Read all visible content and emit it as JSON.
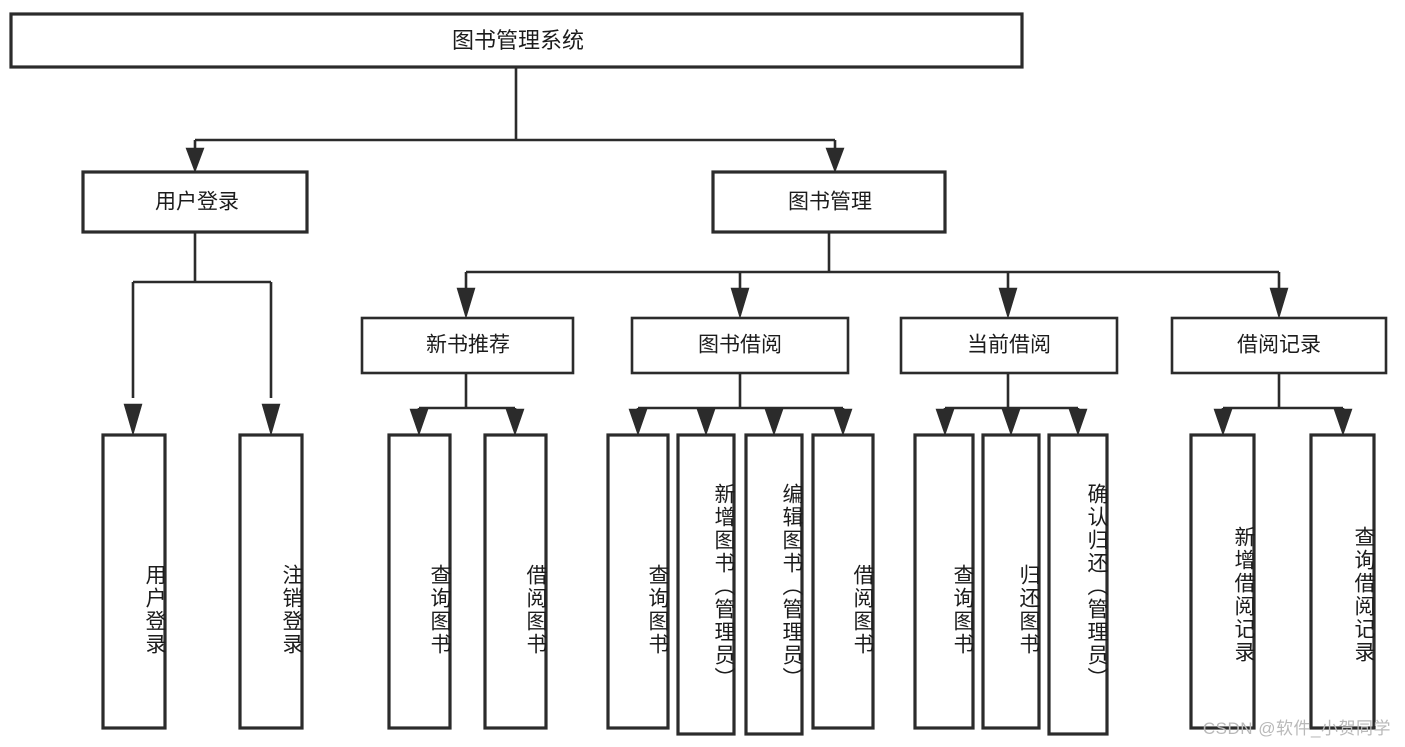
{
  "diagram": {
    "title": "图书管理系统",
    "type": "hierarchy-tree",
    "root": {
      "label": "图书管理系统",
      "id": "root-system"
    },
    "level1": [
      {
        "id": "user-login",
        "label": "用户登录"
      },
      {
        "id": "book-management",
        "label": "图书管理"
      }
    ],
    "level2": [
      {
        "id": "new-book-recommend",
        "label": "新书推荐",
        "parent": "book-management"
      },
      {
        "id": "book-borrow",
        "label": "图书借阅",
        "parent": "book-management"
      },
      {
        "id": "current-borrow",
        "label": "当前借阅",
        "parent": "book-management"
      },
      {
        "id": "borrow-record",
        "label": "借阅记录",
        "parent": "book-management"
      }
    ],
    "leaves": {
      "user-login": [
        {
          "id": "leaf-user-login",
          "label": "用户登录"
        },
        {
          "id": "leaf-logout",
          "label": "注销登录"
        }
      ],
      "new-book-recommend": [
        {
          "id": "leaf-query-book-1",
          "label": "查询图书"
        },
        {
          "id": "leaf-borrow-book-1",
          "label": "借阅图书"
        }
      ],
      "book-borrow": [
        {
          "id": "leaf-query-book-2",
          "label": "查询图书"
        },
        {
          "id": "leaf-add-book",
          "label": "新增图书（管理员）"
        },
        {
          "id": "leaf-edit-book",
          "label": "编辑图书（管理员）"
        },
        {
          "id": "leaf-borrow-book-2",
          "label": "借阅图书"
        }
      ],
      "current-borrow": [
        {
          "id": "leaf-query-book-3",
          "label": "查询图书"
        },
        {
          "id": "leaf-return-book",
          "label": "归还图书"
        },
        {
          "id": "leaf-confirm-return",
          "label": "确认归还（管理员）"
        }
      ],
      "borrow-record": [
        {
          "id": "leaf-add-record",
          "label": "新增借阅记录"
        },
        {
          "id": "leaf-query-record",
          "label": "查询借阅记录"
        }
      ]
    }
  },
  "watermark": {
    "text": "CSDN @软件_小贺同学"
  },
  "colors": {
    "background": "#ffffff",
    "box_fill": "#ffffff",
    "box_stroke": "#2b2b2b",
    "text": "#1c1c1c",
    "watermark": "#b9b9b9"
  }
}
